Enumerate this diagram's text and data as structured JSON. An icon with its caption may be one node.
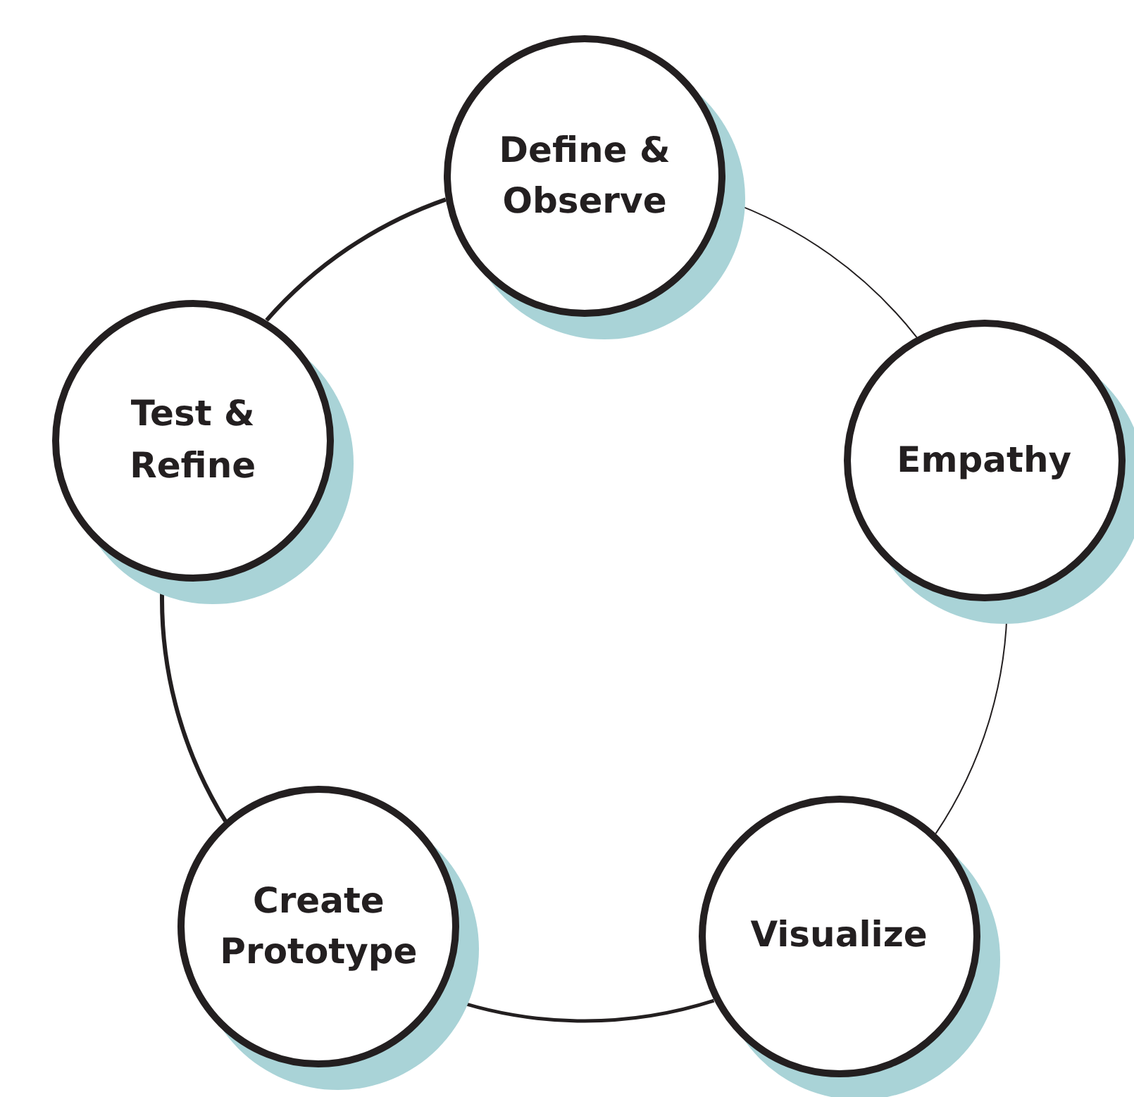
{
  "diagram": {
    "nodes": [
      {
        "text": [
          "Define & Observe"
        ]
      },
      {
        "text": [
          "Empathy"
        ]
      },
      {
        "text": [
          "Visualize"
        ]
      },
      {
        "text": [
          "Create Prototype"
        ]
      },
      {
        "text": [
          "Test & Refine"
        ]
      }
    ],
    "edges": [
      {
        "from": 0,
        "to": 1,
        "arrow": "none"
      },
      {
        "from": 1,
        "to": 2,
        "arrow": "none"
      },
      {
        "from": 2,
        "to": 3,
        "arrow": "none"
      },
      {
        "from": 3,
        "to": 4,
        "arrow": "none"
      },
      {
        "from": 4,
        "to": 0,
        "arrow": "none"
      }
    ]
  }
}
